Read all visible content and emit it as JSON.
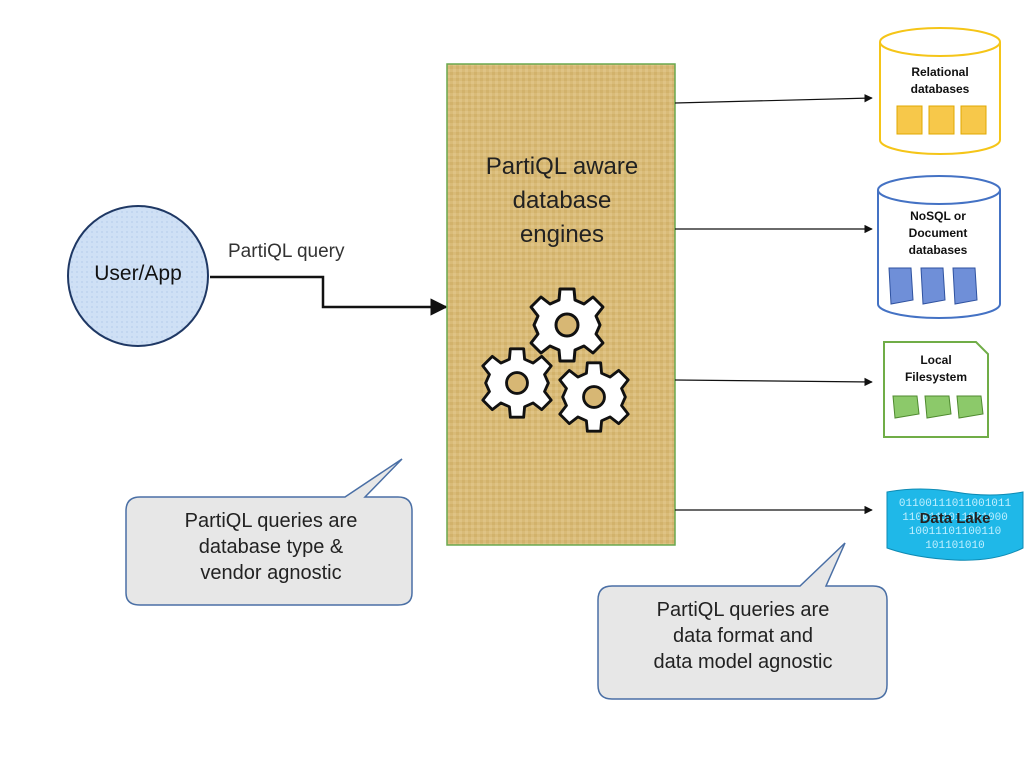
{
  "user": {
    "label": "User/App"
  },
  "query": {
    "label": "PartiQL query"
  },
  "engine": {
    "label_lines": [
      "PartiQL aware",
      "database",
      "engines"
    ]
  },
  "targets": {
    "relational": {
      "label_lines": [
        "Relational",
        "databases"
      ]
    },
    "nosql": {
      "label_lines": [
        "NoSQL or",
        "Document",
        "databases"
      ]
    },
    "filesystem": {
      "label_lines": [
        "Local",
        "Filesystem"
      ]
    },
    "datalake": {
      "label": "Data Lake",
      "binary_lines": [
        "01100111011001011",
        "1100111011001000",
        "10011101100110",
        "101101010"
      ]
    }
  },
  "callouts": {
    "vendor": {
      "lines": [
        "PartiQL queries are",
        "database type &",
        "vendor agnostic"
      ]
    },
    "format": {
      "lines": [
        "PartiQL queries are",
        "data format and",
        "data model agnostic"
      ]
    }
  },
  "colors": {
    "user_fill": "#cfe0f5",
    "engine_fill": "#d7b774",
    "relational": "#f5c518",
    "nosql": "#4472c4",
    "filesystem": "#70ad47",
    "datalake": "#1fb8e8",
    "callout_fill": "#e7e7e7",
    "callout_border": "#4a6fa5"
  }
}
